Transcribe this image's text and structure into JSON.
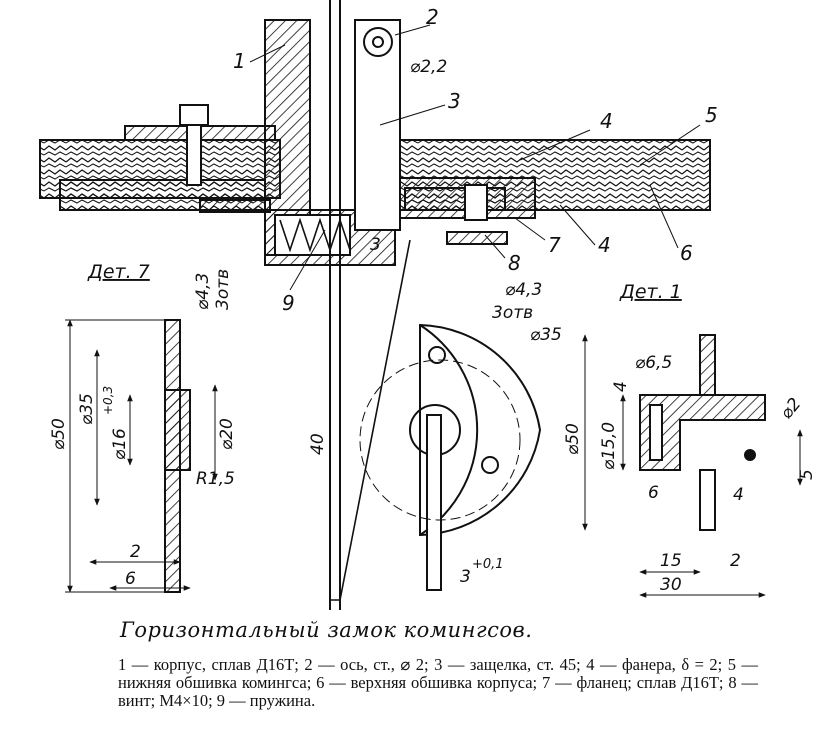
{
  "callouts": [
    "1",
    "2",
    "3",
    "4",
    "5",
    "4",
    "6",
    "7",
    "8",
    "9"
  ],
  "detail_labels": {
    "det7": "Дет. 7",
    "det1": "Дет. 1"
  },
  "dims": {
    "pin_d": "⌀2,2",
    "gap_3": "3",
    "len_40": "40",
    "hole_d": "⌀4,3",
    "holes_n": "3отв",
    "circle_35": "⌀35",
    "tol_3": "3",
    "tol_sup": "+0,1",
    "d7_holes": "⌀4,3",
    "d7_holes_n": "3отв",
    "d7_d50": "⌀50",
    "d7_d35": "⌀35",
    "d7_d16": "⌀16",
    "d7_d16_tol": "+0,3",
    "d7_d20": "⌀20",
    "d7_r": "R1,5",
    "d7_2": "2",
    "d7_6": "6",
    "d1_d65": "⌀6,5",
    "d1_4a": "4",
    "d1_d2": "⌀2",
    "d1_d50": "⌀50",
    "d1_d15": "⌀15,0",
    "d1_6": "6",
    "d1_4b": "4",
    "d1_5": "5",
    "d1_15": "15",
    "d1_2": "2",
    "d1_30": "30"
  },
  "caption": {
    "title": "Горизонтальный замок комингсов.",
    "legend": "1 — корпус, сплав Д16Т; 2 — ось, ст., ⌀ 2; 3 — защелка, ст. 45; 4 — фанера, δ = 2; 5 — нижняя обшивка комингса; 6 — верхняя обшивка корпуса; 7 — фланец; сплав Д16Т; 8 — винт; М4×10; 9 — пружина."
  }
}
